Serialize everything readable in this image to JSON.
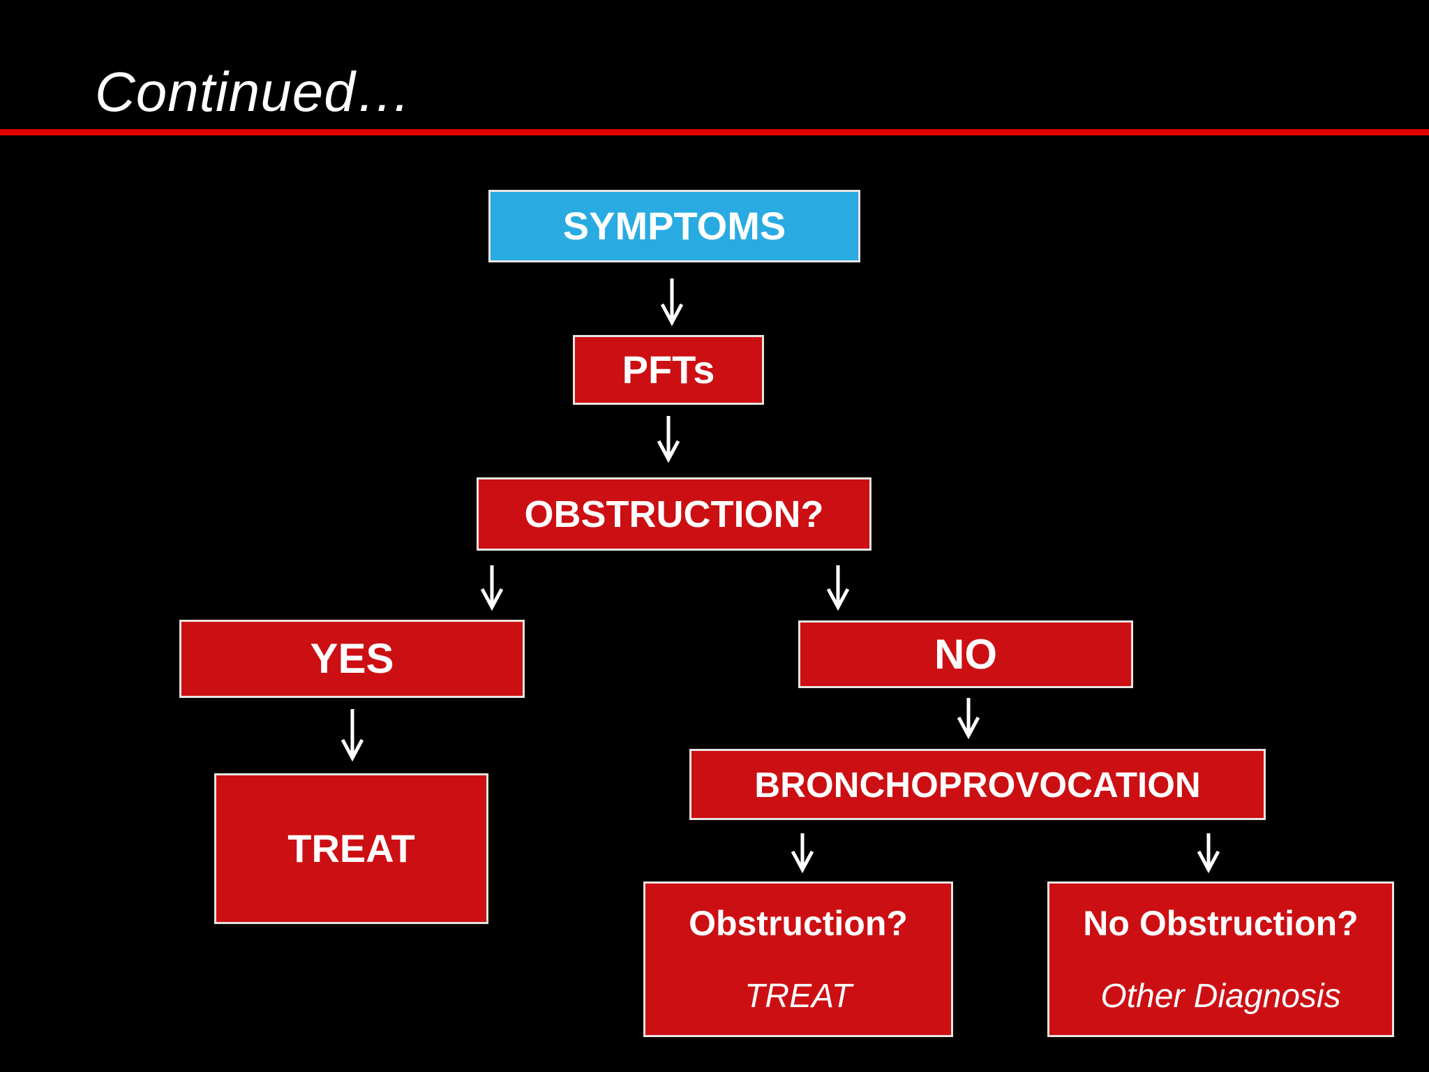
{
  "slide": {
    "title": "Continued…",
    "colors": {
      "background": "#000000",
      "box_red": "#cc0f13",
      "box_blue": "#29abe2",
      "box_border": "#e8e5e2",
      "divider_red": "#e00400",
      "text_white": "#ffffff",
      "arrow_white": "#ffffff"
    }
  },
  "flowchart": {
    "nodes": [
      {
        "id": "symptoms",
        "label": "SYMPTOMS",
        "color": "#29abe2"
      },
      {
        "id": "pfts",
        "label": "PFTs",
        "color": "#cc0f13"
      },
      {
        "id": "obstruction",
        "label": "OBSTRUCTION?",
        "color": "#cc0f13"
      },
      {
        "id": "yes",
        "label": "YES",
        "color": "#cc0f13"
      },
      {
        "id": "no",
        "label": "NO",
        "color": "#cc0f13"
      },
      {
        "id": "treat",
        "label": "TREAT",
        "color": "#cc0f13"
      },
      {
        "id": "bronchoprovocation",
        "label": "BRONCHOPROVOCATION",
        "color": "#cc0f13"
      },
      {
        "id": "obstruction-treat",
        "label": "Obstruction?",
        "sublabel": "TREAT",
        "color": "#cc0f13"
      },
      {
        "id": "no-obstruction",
        "label": "No Obstruction?",
        "sublabel": "Other Diagnosis",
        "color": "#cc0f13"
      }
    ],
    "edges": [
      {
        "from": "symptoms",
        "to": "pfts"
      },
      {
        "from": "pfts",
        "to": "obstruction"
      },
      {
        "from": "obstruction",
        "to": "yes"
      },
      {
        "from": "obstruction",
        "to": "no"
      },
      {
        "from": "yes",
        "to": "treat"
      },
      {
        "from": "no",
        "to": "bronchoprovocation"
      },
      {
        "from": "bronchoprovocation",
        "to": "obstruction-treat"
      },
      {
        "from": "bronchoprovocation",
        "to": "no-obstruction"
      }
    ]
  }
}
